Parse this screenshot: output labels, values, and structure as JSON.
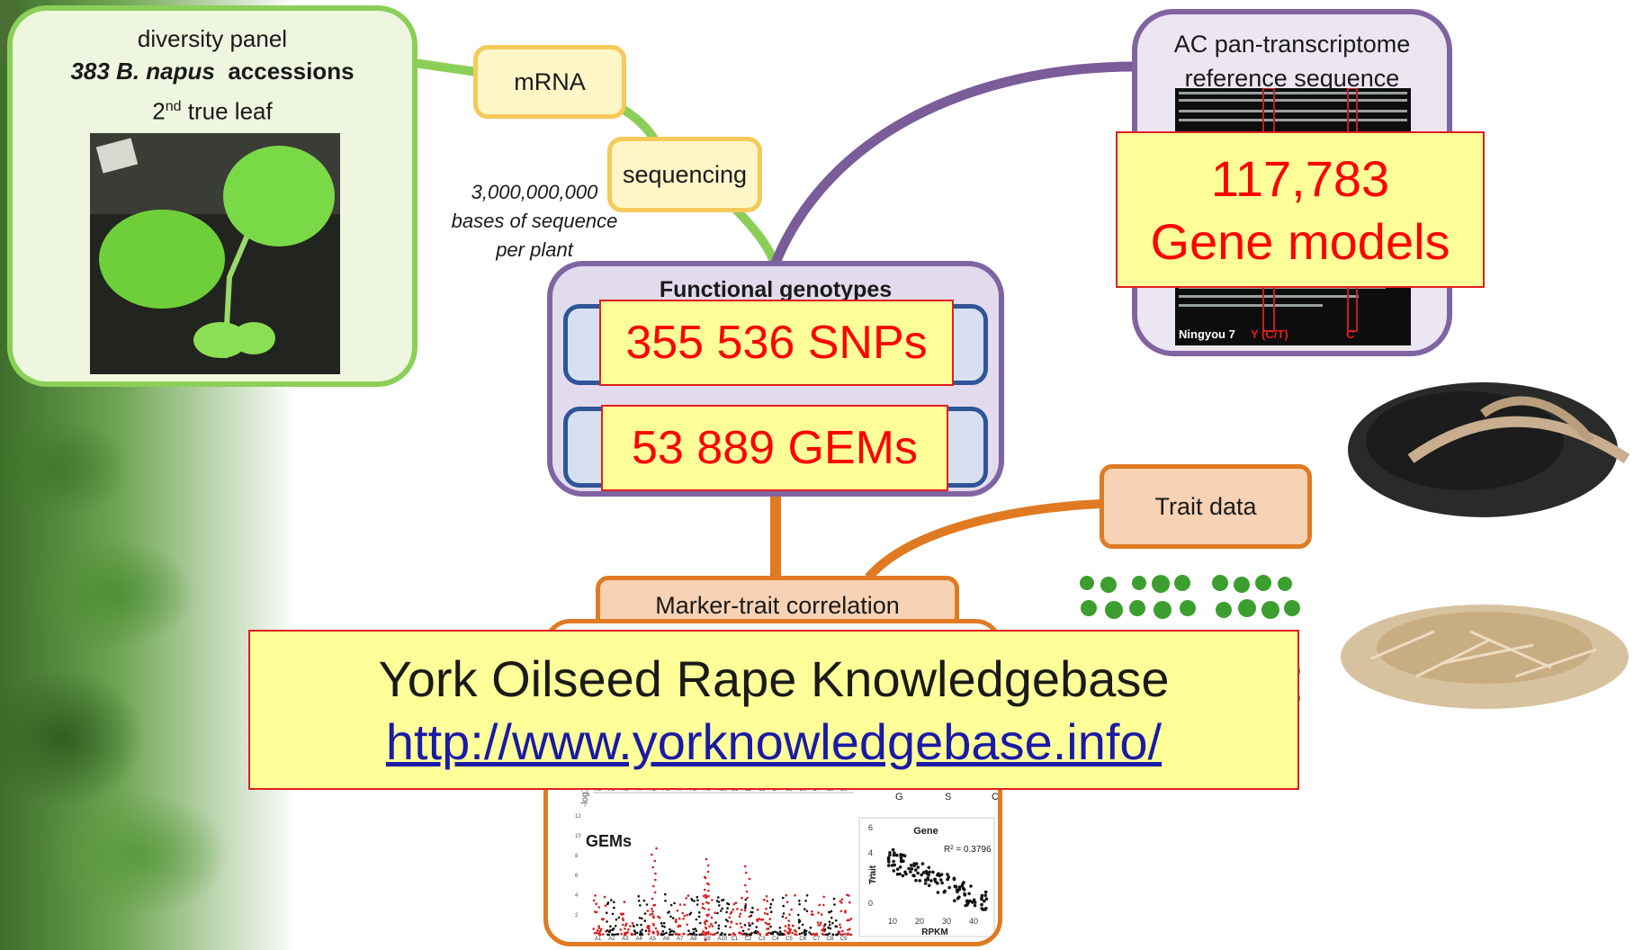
{
  "diversity_panel": {
    "line1": "diversity panel",
    "line2_num": "383 ",
    "line2_species": "B. napus",
    "line2_rest": "  accessions",
    "line3_a": "2",
    "line3_sup": "nd",
    "line3_b": " true leaf"
  },
  "steps": {
    "mrna": "mRNA",
    "sequencing": "sequencing",
    "bases_line1": "3,000,000,000",
    "bases_line2": "bases of sequence",
    "bases_line3": "per plant"
  },
  "ac_reference": {
    "line1": "AC pan-transcriptome",
    "line2": "reference sequence",
    "count": "117,783",
    "label": "Gene models",
    "cultivar_label": "Ningyou 7",
    "snp_code": "Y (C/T)",
    "snp_base": "C"
  },
  "functional_genotypes": {
    "title": "Functional genotypes",
    "snps": "355 536 SNPs",
    "gems": "53 889 GEMs"
  },
  "trait_data": "Trait data",
  "marker_trait": "Marker-trait correlation",
  "york": {
    "title": "York Oilseed Rape Knowledgebase",
    "url": "http://www.yorknowledgebase.info/"
  },
  "gwas": {
    "gems_label": "GEMs",
    "scatter_title": "Gene",
    "r2": "R² = 0.3796",
    "x_label": "RPKM",
    "y_label": "Trait",
    "y_axis_label": "-log10P",
    "x_ticks": [
      "10",
      "20",
      "30",
      "40"
    ],
    "y_ticks": [
      "6",
      "4",
      "2",
      "0"
    ],
    "manhattan_y_ticks": [
      "12",
      "10",
      "8",
      "6",
      "4",
      "2"
    ],
    "chromosomes": [
      "A1",
      "A2",
      "A3",
      "A4",
      "A5",
      "A6",
      "A7",
      "A8",
      "A9",
      "A10",
      "C1",
      "C2",
      "C3",
      "C4",
      "C5",
      "C6",
      "C7",
      "C8",
      "C9"
    ],
    "partial_letters": [
      "G",
      "S",
      "C"
    ]
  },
  "colors": {
    "green_link": "#8ccf58",
    "purple_link": "#7a5c99",
    "orange_link": "#e07a22",
    "highlight_fill": "#ffff99",
    "highlight_text": "#ff0000"
  }
}
